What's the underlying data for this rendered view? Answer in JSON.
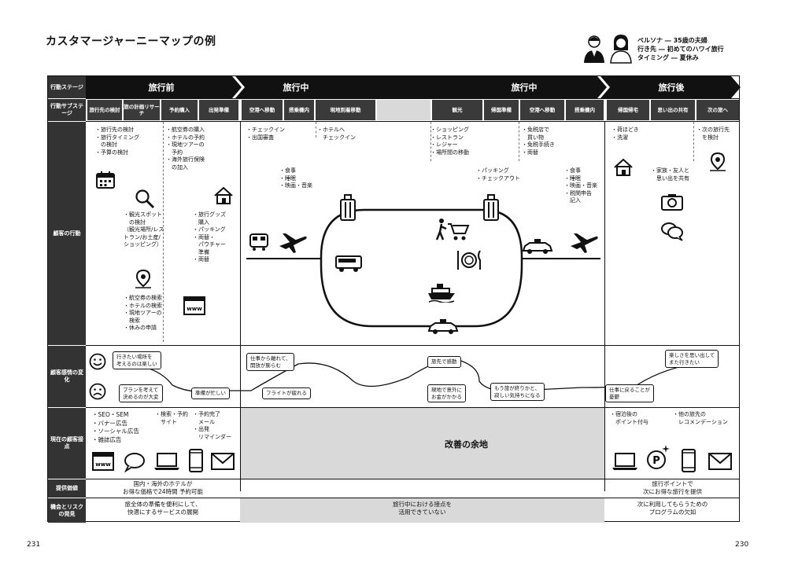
{
  "title": "カスタマージャーニーマップの例",
  "persona": {
    "lines": [
      "ペルソナ ― 35歳の夫婦",
      "行き先 ― 初めてのハワイ旅行",
      "タイミング ― 夏休み"
    ]
  },
  "row_labels": {
    "stage": "行動ステージ",
    "substage": "行動サブステージ",
    "behavior": "顧客の行動",
    "emotion": "顧客感情の変化",
    "touchpoints": "現在の顧客接点",
    "offer": "提供価値",
    "opportunity": "機会とリスクの発見"
  },
  "stages": [
    "旅行前",
    "旅行中",
    "旅行中",
    "旅行後"
  ],
  "substages": [
    "旅行先の検討",
    "旅の計画リサーチ",
    "予約購入",
    "出発準備",
    "空港へ移動",
    "搭乗機内",
    "現地到着移動",
    "観光",
    "帰国準備",
    "空港へ移動",
    "搭乗機内",
    "帰国帰宅",
    "思い出の共有",
    "次の旅へ"
  ],
  "behavior": {
    "b1": [
      "・旅行先の検討",
      "・旅行タイミング",
      "　の検討",
      "・予算の検討"
    ],
    "b2": [
      "・航空券の購入",
      "・ホテルの予約",
      "・現地ツアーの",
      "　予約",
      "・海外旅行保険",
      "　の加入"
    ],
    "b3": [
      "・観光スポット",
      "　の検討",
      "（観光場所/レス",
      "トラン/お土産/",
      "ショッピング）"
    ],
    "b4": [
      "・旅行グッズ",
      "　購入",
      "・パッキング",
      "・両替・",
      "　パウチャー",
      "　準備",
      "・両替"
    ],
    "b5": [
      "・航空券の検索",
      "・ホテルの検索",
      "・現地ツアーの",
      "　検索",
      "・休みの申請"
    ],
    "b6": [
      "・チェックイン",
      "・出国審査"
    ],
    "b7": [
      "・ホテルへ",
      "　チェックイン"
    ],
    "b8": [
      "・食事",
      "・睡眠",
      "・映画・音楽"
    ],
    "b9": [
      "・ショッピング",
      "・レストラン",
      "・レジャー",
      "・場所間の移動"
    ],
    "b10": [
      "・免税店で",
      "　買い物",
      "・免税手続き",
      "・両替"
    ],
    "b11": [
      "・パッキング",
      "・チェックアウト"
    ],
    "b12": [
      "・食事",
      "・睡眠",
      "・映画・音楽",
      "・税関申告",
      "　記入"
    ],
    "b13": [
      "・荷ほどき",
      "・洗濯"
    ],
    "b14": [
      "・次の旅行先",
      "　を検討"
    ],
    "b15": [
      "・家族・友人と",
      "　思い出を共有"
    ]
  },
  "emotions": [
    "行きたい場所を\n考えるのは楽しい",
    "プランを考えて\n決めるのが大変",
    "準備が忙しい",
    "仕事から離れて、\n開放が膨らむ",
    "フライトが疲れる",
    "旅先で感動",
    "現地で意外に\nお金がかかる",
    "もう旅が終りかと、\n寂しい気持ちになる",
    "仕事に戻ることが\n憂鬱",
    "楽しさを思い出して\nまた行きたい"
  ],
  "touchpoints": {
    "left1": [
      "・SEO・SEM",
      "・バナー広告",
      "・ソーシャル広告",
      "・雑誌広告"
    ],
    "left2": [
      "・検索・予約",
      "　サイト"
    ],
    "left3": [
      "・予約完了",
      "　メール",
      "・出発",
      "　リマインダー"
    ],
    "right1": [
      "・宿泊後の",
      "　ポイント付与"
    ],
    "right2": [
      "・他の旅先の",
      "　レコメンデーション"
    ],
    "middle": "改善の余地"
  },
  "offer": {
    "left": "国内・海外のホテルが\nお得な価格で24時間 予約可能",
    "right": "旅行ポイントで\n次にお得な旅行を提供"
  },
  "opportunity": {
    "left": "旅全体の準備を便利にして、\n快適にするサービスの展開",
    "middle": "旅行中における接点を\n活用できていない",
    "right": "次に利用してもらうための\nプログラムの欠如"
  },
  "page_left": "231",
  "page_right": "230",
  "icons": [
    "calendar-icon",
    "search-icon",
    "home-icon",
    "map-pin-icon",
    "web-icon",
    "train-icon",
    "airplane-icon",
    "luggage-icon",
    "shopping-cart-icon",
    "bus-icon",
    "meal-icon",
    "ship-icon",
    "taxi-icon",
    "camera-icon",
    "chat-icon",
    "mail-icon",
    "laptop-icon",
    "smartphone-icon",
    "point-coin-icon",
    "smile-icon",
    "frown-icon"
  ]
}
